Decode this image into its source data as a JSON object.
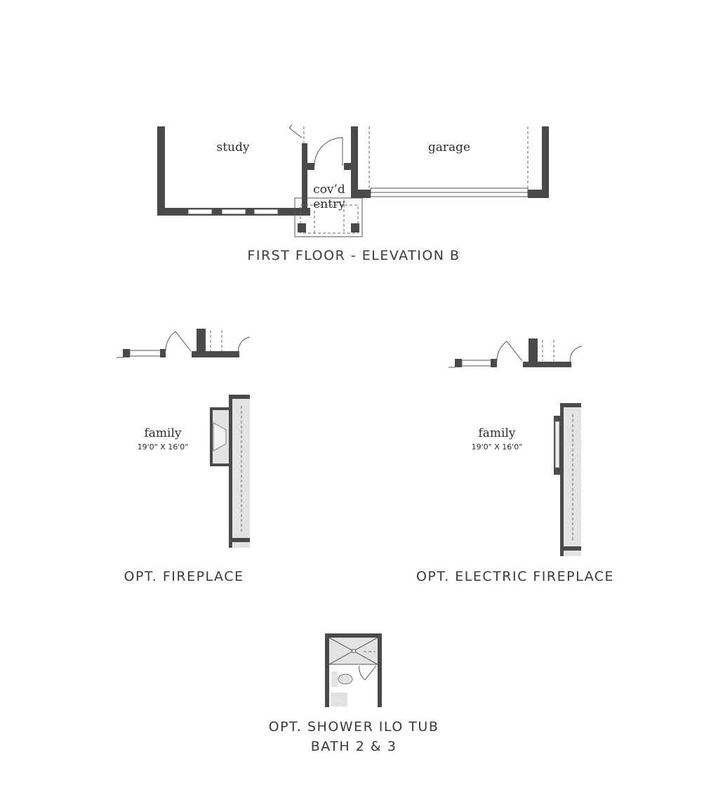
{
  "elevation_b": {
    "rooms": {
      "study": "study",
      "garage": "garage",
      "entry_line1": "cov’d",
      "entry_line2": "entry"
    },
    "caption": "FIRST FLOOR - ELEVATION B"
  },
  "opt_fireplace": {
    "room": "family",
    "dimensions": "19'0\" X 16'0\"",
    "caption": "OPT. FIREPLACE"
  },
  "opt_electric_fireplace": {
    "room": "family",
    "dimensions": "19'0\" X 16'0\"",
    "caption": "OPT. ELECTRIC FIREPLACE"
  },
  "opt_shower": {
    "caption_line1": "OPT. SHOWER ILO TUB",
    "caption_line2": "BATH 2 & 3"
  },
  "colors": {
    "wall": "#4a4a4a",
    "fill": "#e3e3e3",
    "text": "#3a3a3a"
  }
}
